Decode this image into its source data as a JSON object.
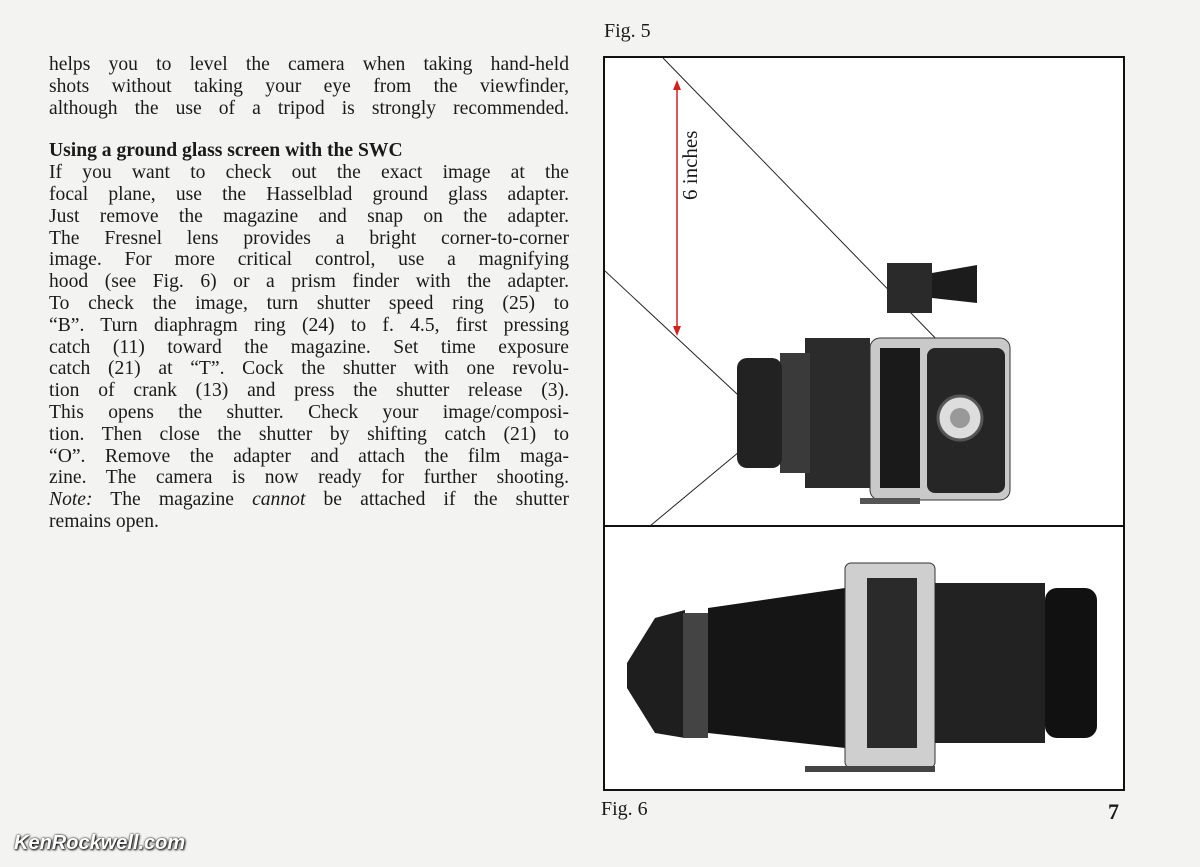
{
  "intro_lines": [
    "helps you to level the camera when taking hand-held",
    "shots without taking your eye from the viewfinder,",
    "although the use of a tripod is strongly recommended."
  ],
  "heading": "Using a ground glass screen with the SWC",
  "body_lines": [
    "If you want to check out the exact image at the",
    "focal plane, use the Hasselblad ground glass adapter.",
    "Just remove the magazine and snap on the adapter.",
    "The Fresnel lens provides a bright corner-to-corner",
    "image. For more critical control, use a magnifying",
    "hood (see Fig. 6) or a prism finder with the adapter.",
    "To check the image, turn shutter speed ring (25) to",
    "“B”. Turn diaphragm ring (24) to f. 4.5, first pressing",
    "catch (11) toward the magazine. Set time exposure",
    "catch (21) at “T”. Cock the shutter with one revolu-",
    "tion of crank (13) and press the shutter release (3).",
    "This opens the shutter. Check your image/composi-",
    "tion. Then close the shutter by shifting catch (21) to",
    "“O”. Remove the adapter and attach the film maga-",
    "zine. The camera is now ready for further shooting."
  ],
  "note": {
    "label": "Note:",
    "pre": " The magazine ",
    "emph": "cannot",
    "post": " be attached if the shutter"
  },
  "last_line": "remains open.",
  "fig5_label": "Fig. 5",
  "fig6_label": "Fig. 6",
  "measure_label": "6 inches",
  "page_number": "7",
  "watermark": "KenRockwell.com",
  "colors": {
    "measure_arrow": "#d42020"
  }
}
